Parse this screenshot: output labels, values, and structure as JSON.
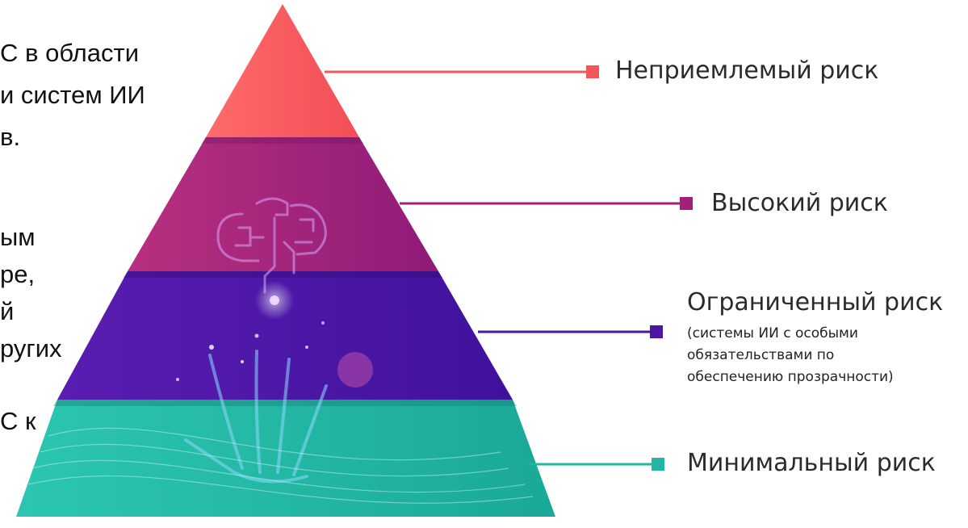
{
  "left_text": {
    "lines": [
      "С в области",
      "и систем ИИ",
      "в.",
      "ым",
      "ре,",
      "й",
      "ругих",
      "С к"
    ]
  },
  "levels": [
    {
      "label": "Неприемлемый риск",
      "sublabel": [],
      "color": "#f2555a"
    },
    {
      "label": "Высокий риск",
      "sublabel": [],
      "color": "#a0207a"
    },
    {
      "label": "Ограниченный риск",
      "sublabel": [
        "(системы ИИ с особыми",
        "обязательствами по",
        "обеспечению прозрачности)"
      ],
      "color": "#4a17a3"
    },
    {
      "label": "Минимальный риск",
      "sublabel": [],
      "color": "#21b7a3"
    }
  ]
}
